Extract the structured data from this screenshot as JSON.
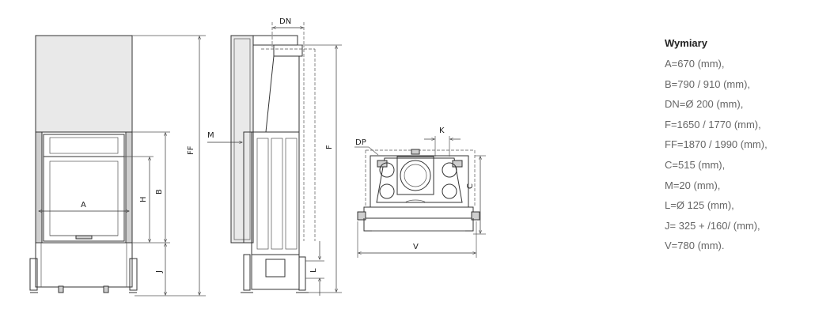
{
  "drawing": {
    "labels": {
      "A": "A",
      "B": "B",
      "H": "H",
      "J": "J",
      "FF": "FF",
      "DN": "DN",
      "M": "M",
      "F": "F",
      "L": "L",
      "DP": "DP",
      "K": "K",
      "C": "C",
      "V": "V"
    }
  },
  "specs": {
    "title": "Wymiary",
    "items": [
      "A=670 (mm),",
      "B=790 / 910 (mm),",
      "DN=Ø 200 (mm),",
      "F=1650 / 1770 (mm),",
      "FF=1870 / 1990 (mm),",
      "C=515 (mm),",
      "M=20 (mm),",
      "L=Ø 125 (mm),",
      "J= 325 + /160/ (mm),",
      "V=780 (mm)."
    ]
  }
}
